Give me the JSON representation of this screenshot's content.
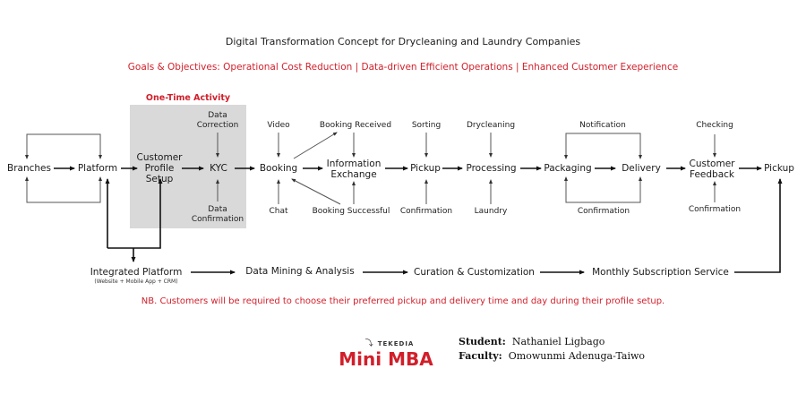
{
  "title": "Digital Transformation Concept for Drycleaning and Laundry Companies",
  "goals": "Goals & Objectives: Operational Cost Reduction | Data-driven Efficient Operations | Enhanced Customer Exeperience",
  "one_time_label": "One-Time Activity",
  "main_flow": {
    "branches": "Branches",
    "platform": "Platform",
    "customer_profile_setup": [
      "Customer",
      "Profile",
      "Setup"
    ],
    "kyc": "KYC",
    "booking": "Booking",
    "information_exchange": [
      "Information",
      "Exchange"
    ],
    "pickup": "Pickup",
    "processing": "Processing",
    "packaging": "Packaging",
    "delivery": "Delivery",
    "customer_feedback": [
      "Customer",
      "Feedback"
    ],
    "final_pickup": "Pickup"
  },
  "inputs": {
    "data_correction": [
      "Data",
      "Correction"
    ],
    "data_confirmation": [
      "Data",
      "Confirmation"
    ],
    "video": "Video",
    "chat": "Chat",
    "booking_received": "Booking Received",
    "booking_successful": "Booking Successful",
    "sorting": "Sorting",
    "pickup_confirmation": "Confirmation",
    "drycleaning": "Drycleaning",
    "laundry": "Laundry",
    "notification": "Notification",
    "delivery_confirmation": "Confirmation",
    "checking": "Checking",
    "feedback_confirmation": "Confirmation"
  },
  "bottom_flow": {
    "integrated_platform": "Integrated Platform",
    "integrated_platform_sub": "(Website + Mobile App + CRM)",
    "data_mining": "Data Mining & Analysis",
    "curation": "Curation & Customization",
    "subscription": "Monthly Subscription Service"
  },
  "note": "NB. Customers will be required to choose their preferred pickup and delivery time and day during their profile setup.",
  "branding": {
    "company": "TEKEDIA",
    "program": "Mini MBA"
  },
  "credits": {
    "student_label": "Student:",
    "student_name": "Nathaniel Ligbago",
    "faculty_label": "Faculty:",
    "faculty_name": "Omowunmi Adenuga-Taiwo"
  },
  "colors": {
    "accent_red": "#d11f2a",
    "shade_gray": "#d9d9d9",
    "text": "#1a1a1a"
  }
}
